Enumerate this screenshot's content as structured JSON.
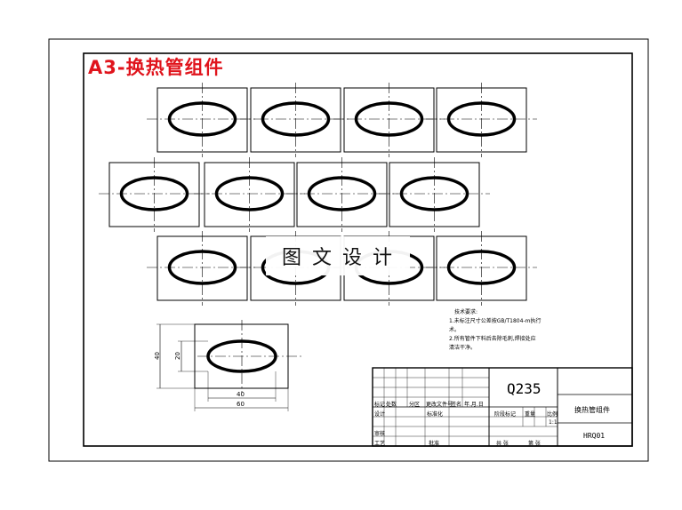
{
  "title": "A3-换热管组件",
  "watermark": "图文设计",
  "dimensions": {
    "height_outer": "40",
    "height_inner": "20",
    "width_inner": "40",
    "width_outer": "60"
  },
  "notes": {
    "heading": "技术要求:",
    "line1": "1.未标注尺寸公差按GB/T1804-m执行",
    "line1b": "术。",
    "line2": "2.所有管件下料后去除毛刺,焊接处应",
    "line2b": "清洁干净。"
  },
  "title_block": {
    "material": "Q235",
    "name": "换热管组件",
    "code": "HRQ01",
    "scale": "1:1",
    "mark_label": "标记",
    "count_label": "处数",
    "zone_label": "分区",
    "change_label": "更改文件号",
    "sign_label": "签名",
    "date_label": "年.月.日",
    "design_label": "设计",
    "std_label": "标准化",
    "stage_label": "阶段标记",
    "weight_label": "重量",
    "ratio_label": "比例",
    "review_label": "审核",
    "process_label": "工艺",
    "approve_label": "批准",
    "sheet_label": "共 张",
    "page_label": "第 张"
  },
  "colors": {
    "title": "#e0141c",
    "line": "#000000"
  }
}
